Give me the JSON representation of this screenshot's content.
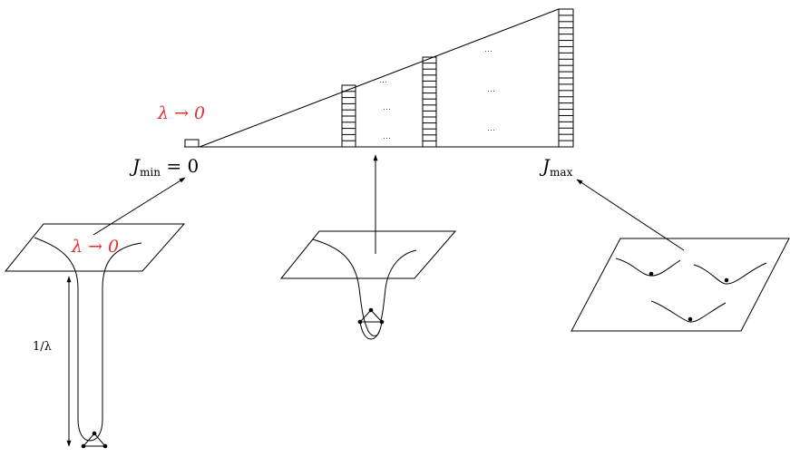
{
  "top_triangle": {
    "lambda_label": "λ → 0",
    "jmin_label_main": "J",
    "jmin_label_sub": "min",
    "jmin_label_rest": " = 0",
    "jmax_label_main": "J",
    "jmax_label_sub": "max",
    "ellipsis": "⋯"
  },
  "left_sheet": {
    "lambda_label": "λ → 0",
    "depth_label": "1/λ"
  },
  "colors": {
    "red": "#e8302a",
    "ink": "#000000"
  }
}
